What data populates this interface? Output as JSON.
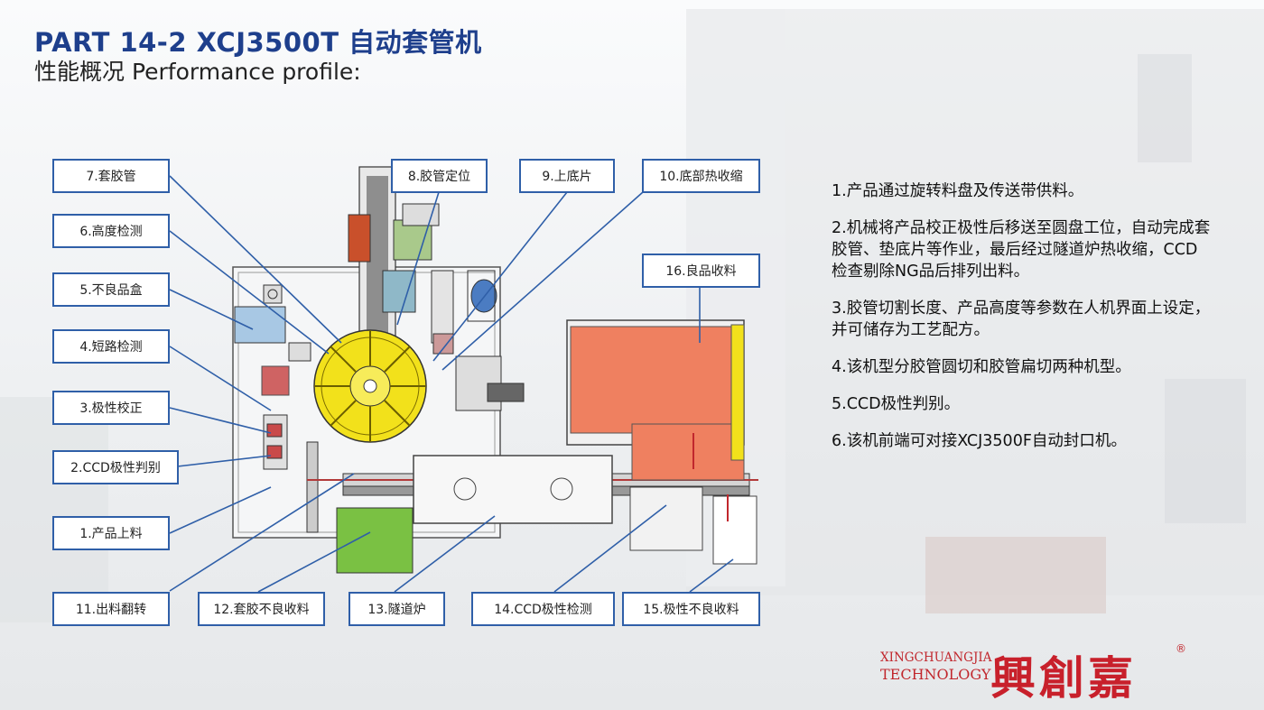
{
  "header": {
    "title": "PART 14-2  XCJ3500T 自动套管机",
    "subtitle": "性能概况 Performance profile:"
  },
  "callouts": [
    "7.套胶管",
    "6.高度检测",
    "5.不良品盒",
    "4.短路检测",
    "3.极性校正",
    "2.CCD极性判别",
    "1.产品上料",
    "8.胶管定位",
    "9.上底片",
    "10.底部热收缩",
    "16.良品收料",
    "11.出料翻转",
    "12.套胶不良收料",
    "13.隧道炉",
    "14.CCD极性检测",
    "15.极性不良收料"
  ],
  "notes": [
    "1.产品通过旋转料盘及传送带供料。",
    "2.机械将产品校正极性后移送至圆盘工位，自动完成套胶管、垫底片等作业，最后经过隧道炉热收缩，CCD检查剔除NG品后排列出料。",
    "3.胶管切割长度、产品高度等参数在人机界面上设定，并可储存为工艺配方。",
    "4.该机型分胶管圆切和胶管扁切两种机型。",
    "5.CCD极性判别。",
    "6.该机前端可对接XCJ3500F自动封口机。"
  ],
  "brand": {
    "line1": "XINGCHUANGJIA",
    "line2": "TECHNOLOGY",
    "logo": "興創嘉",
    "reg": "®"
  },
  "colors": {
    "title": "#1e3f8c",
    "callout_border": "#2f5fa8",
    "brand": "#c1272d",
    "turntable": "#f2e11b",
    "good_tray": "#ef8060",
    "reject_box": "#7ac143"
  }
}
